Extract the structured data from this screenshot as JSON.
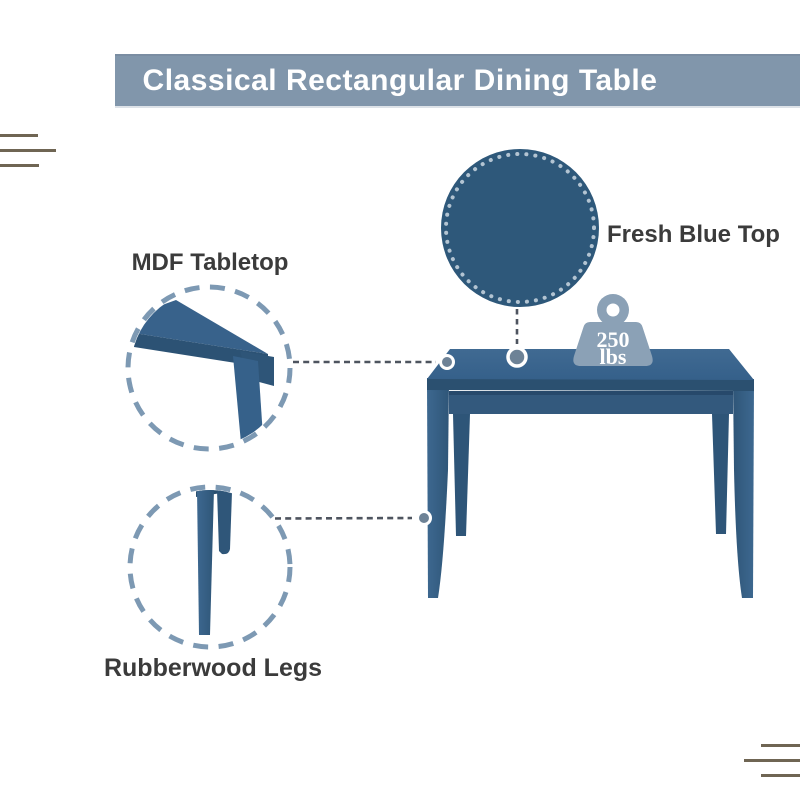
{
  "page": {
    "background": "#ffffff"
  },
  "banner": {
    "title": "Classical Rectangular Dining Table",
    "bg_color": "#8196ab",
    "text_color": "#ffffff"
  },
  "callouts": {
    "tabletop": {
      "label": "MDF Tabletop"
    },
    "top_color": {
      "label": "Fresh Blue Top"
    },
    "legs": {
      "label": "Rubberwood Legs"
    },
    "weight_capacity": {
      "value": "250",
      "unit": "lbs"
    }
  },
  "colors": {
    "banner_bg": "#8196ab",
    "corner_line": "#6f6553",
    "label_text": "#3b3b3b",
    "table_blue": "#396389",
    "table_blue_dark": "#2b5070",
    "table_apron": "#33597d",
    "table_apron_shadow": "#27496b",
    "table_leg_dark": "#2e5578",
    "swatch_circle": "#2e587a",
    "swatch_dots": "#b3c4d2",
    "dashed_circle": "#7d99b3",
    "connector": "#4e545f",
    "marker": "#6d8296",
    "weight_icon": "#8ba1b6"
  }
}
